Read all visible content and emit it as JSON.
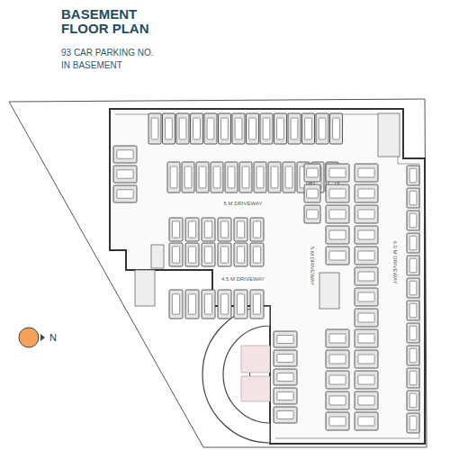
{
  "diagram": {
    "title": "BASEMENT FLOOR PLAN",
    "caption": "93 CAR PARKING NO. IN BASEMENT",
    "labels": [
      "5 M DRIVEWAY",
      "4.5 M DRIVEWAY",
      "5 M DRIVEWAY",
      "6.0 M DRIVEWAY",
      "N"
    ]
  }
}
